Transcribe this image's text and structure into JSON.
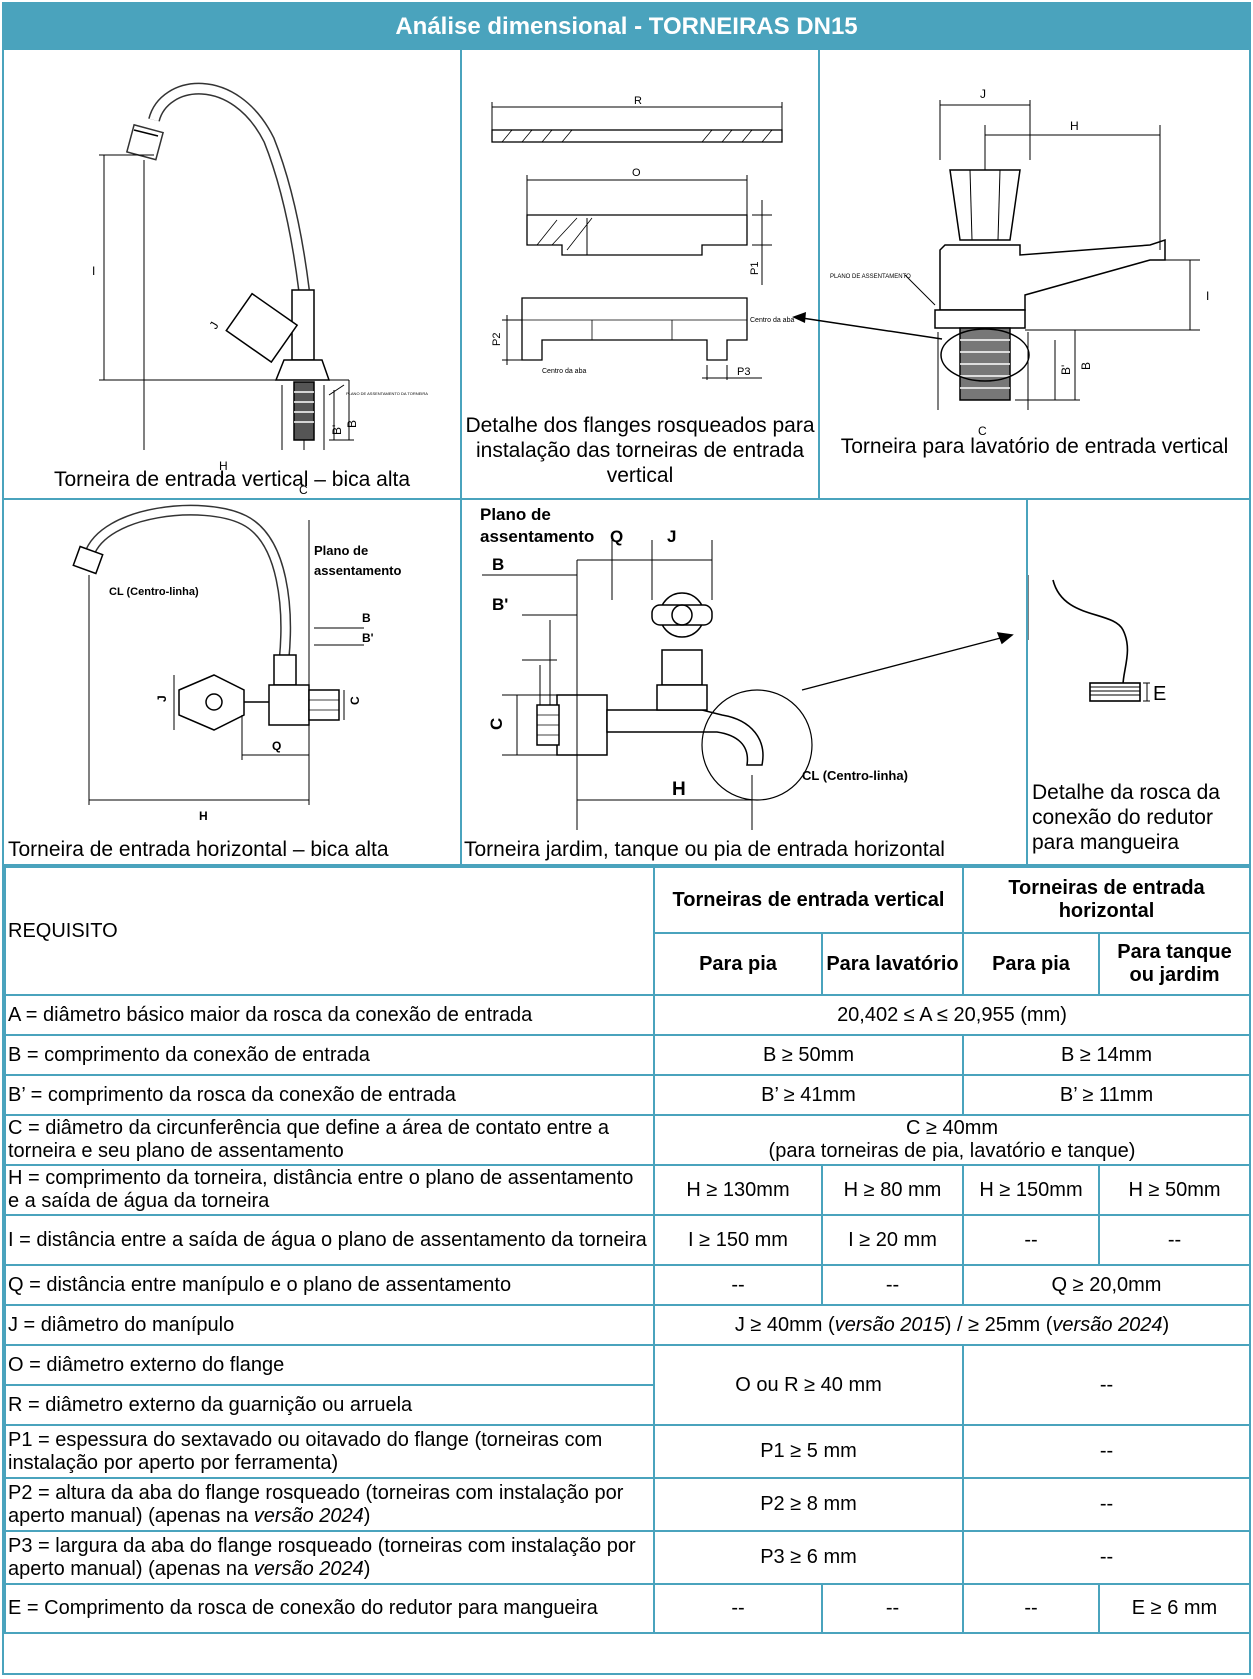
{
  "title": "Análise dimensional - TORNEIRAS DN15",
  "figures": {
    "fig1": {
      "caption": "Torneira de entrada vertical – bica alta",
      "labels": {
        "I": "I",
        "J": "J",
        "H": "H",
        "C": "C",
        "B": "B",
        "Bp": "B'",
        "plano": "PLANO DE ASSENTAMENTO DA TORNEIRA"
      }
    },
    "fig2": {
      "caption": "Detalhe dos flanges rosqueados para instalação das torneiras de entrada vertical",
      "labels": {
        "R": "R",
        "O": "O",
        "P1": "P1",
        "P2": "P2",
        "P3": "P3",
        "centro1": "Centro da aba",
        "centro2": "Centro da aba"
      }
    },
    "fig3": {
      "caption": "Torneira para lavatório de entrada vertical",
      "labels": {
        "J": "J",
        "H": "H",
        "I": "I",
        "B": "B",
        "Bp": "B'",
        "C": "C",
        "plano": "PLANO DE ASSENTAMENTO"
      }
    },
    "fig4": {
      "caption": "Torneira de entrada horizontal – bica alta",
      "labels": {
        "CL": "CL (Centro-linha)",
        "plano1": "Plano de",
        "plano2": "assentamento",
        "B": "B",
        "Bp": "B'",
        "J": "J",
        "C": "C",
        "Q": "Q",
        "H": "H"
      }
    },
    "fig5": {
      "caption": "Torneira jardim, tanque ou pia de entrada horizontal",
      "labels": {
        "plano1": "Plano de",
        "plano2": "assentamento",
        "Q": "Q",
        "J": "J",
        "B": "B",
        "Bp": "B'",
        "C": "C",
        "H": "H",
        "CL": "CL (Centro-linha)"
      }
    },
    "fig6": {
      "caption": "Detalhe da rosca da conexão do redutor para mangueira",
      "labels": {
        "E": "E"
      }
    }
  },
  "table": {
    "header": {
      "requisito": "REQUISITO",
      "vertical": "Torneiras de entrada vertical",
      "horizontal": "Torneiras de entrada horizontal",
      "sub": [
        "Para pia",
        "Para lavatório",
        "Para pia",
        "Para tanque ou jardim"
      ]
    },
    "rows": {
      "A": {
        "label": "A = diâmetro básico maior da rosca da conexão de entrada",
        "value": "20,402 ≤ A ≤ 20,955 (mm)"
      },
      "B": {
        "label": "B = comprimento da conexão de entrada",
        "v": "B ≥ 50mm",
        "h": "B ≥ 14mm"
      },
      "Bp": {
        "label": "B’ = comprimento da rosca da conexão de entrada",
        "v": "B’ ≥ 41mm",
        "h": "B’ ≥ 11mm"
      },
      "C": {
        "label": "C = diâmetro da circunferência que define a área de contato entre a torneira e seu plano de assentamento",
        "value1": "C ≥ 40mm",
        "value2": "(para torneiras de pia, lavatório e tanque)"
      },
      "H": {
        "label": "H = comprimento da torneira, distância entre o plano de assentamento e a saída de água da torneira",
        "c1": "H ≥ 130mm",
        "c2": "H ≥ 80 mm",
        "c3": "H ≥ 150mm",
        "c4": "H ≥ 50mm"
      },
      "I": {
        "label": "I = distância entre a saída de água o plano de assentamento da torneira",
        "c1": "I ≥ 150 mm",
        "c2": "I ≥ 20 mm",
        "c3": "--",
        "c4": "--"
      },
      "Q": {
        "label": "Q = distância entre manípulo e o plano de assentamento",
        "c1": "--",
        "c2": "--",
        "h": "Q ≥ 20,0mm"
      },
      "J": {
        "label": "J = diâmetro do manípulo",
        "v1": "J ≥ 40mm (",
        "v2": "versão 2015",
        "v3": ") / ≥ 25mm (",
        "v4": "versão 2024",
        "v5": ")"
      },
      "O": {
        "label": "O = diâmetro externo do flange",
        "v": "O ou R ≥ 40 mm",
        "h": "--"
      },
      "R": {
        "label": "R = diâmetro externo da guarnição ou arruela"
      },
      "P1": {
        "label": "P1 = espessura do sextavado ou oitavado do flange (torneiras com instalação por aperto por ferramenta)",
        "v": "P1 ≥ 5 mm",
        "h": "--"
      },
      "P2": {
        "label1": "P2 = altura da aba do flange rosqueado (torneiras com instalação por aperto manual) (apenas na ",
        "label2": "versão 2024",
        "label3": ")",
        "v": "P2 ≥ 8 mm",
        "h": "--"
      },
      "P3": {
        "label1": "P3 = largura da aba do flange rosqueado (torneiras com instalação por aperto manual) (apenas na ",
        "label2": "versão 2024",
        "label3": ")",
        "v": "P3 ≥ 6 mm",
        "h": "--"
      },
      "E": {
        "label": "E = Comprimento da rosca de conexão do redutor para mangueira",
        "c1": "--",
        "c2": "--",
        "c3": "--",
        "c4": "E ≥ 6 mm"
      }
    }
  }
}
